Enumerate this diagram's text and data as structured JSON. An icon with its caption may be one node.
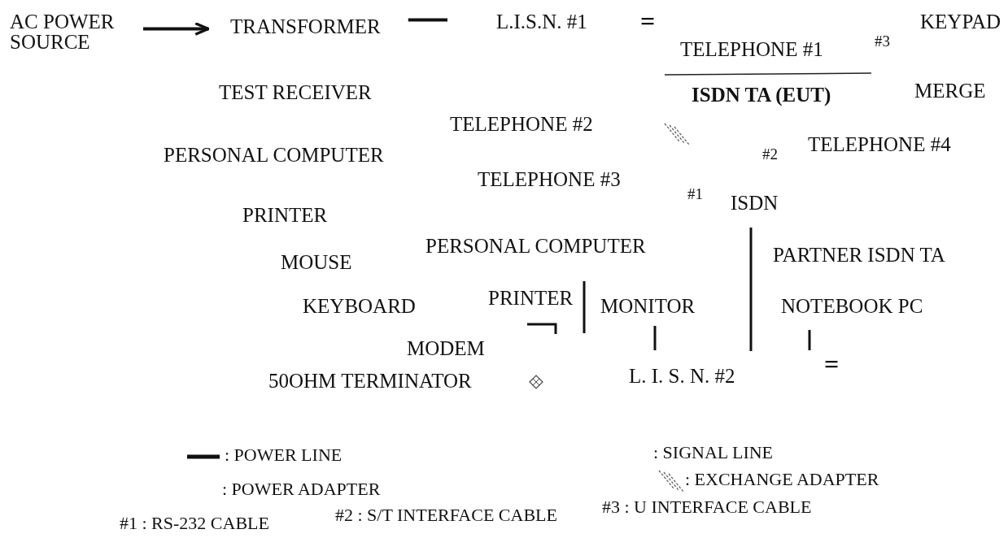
{
  "diagram": {
    "nodes": [
      {
        "text": [
          "AC POWER SOURCE"
        ]
      },
      {
        "text": [
          "TRANSFORMER"
        ]
      },
      {
        "text": [
          "L.I.S.N. #1"
        ]
      }
    ],
    "edges": [
      {
        "from": 0,
        "to": 1,
        "arrow": "to"
      },
      {
        "from": 1,
        "to": 2,
        "arrow": "none"
      }
    ],
    "labels": [
      "=",
      "KEYPAD",
      "TELEPHONE #1",
      "#3",
      "TEST RECEIVER",
      "ISDN TA (EUT)",
      "MERGE",
      "TELEPHONE #2",
      "PERSONAL COMPUTER",
      "#2",
      "TELEPHONE #4",
      "TELEPHONE #3",
      "#1",
      "ISDN",
      "PRINTER",
      "PERSONAL COMPUTER",
      "MOUSE",
      "PARTNER ISDN TA",
      "KEYBOARD",
      "PRINTER",
      "MONITOR",
      "NOTEBOOK PC",
      "MODEM",
      "50OHM TERMINATOR",
      "L. I. S. N. #2",
      "=",
      "#1 : RS-232 CABLE",
      "#2 : S/T INTERFACE CABLE",
      "#3 : U INTERFACE CABLE"
    ],
    "legend": [
      {
        "text": ": POWER LINE"
      },
      {
        "text": ": SIGNAL LINE"
      },
      {
        "text": ": POWER ADAPTER"
      },
      {
        "text": ": EXCHANGE ADAPTER"
      }
    ]
  }
}
